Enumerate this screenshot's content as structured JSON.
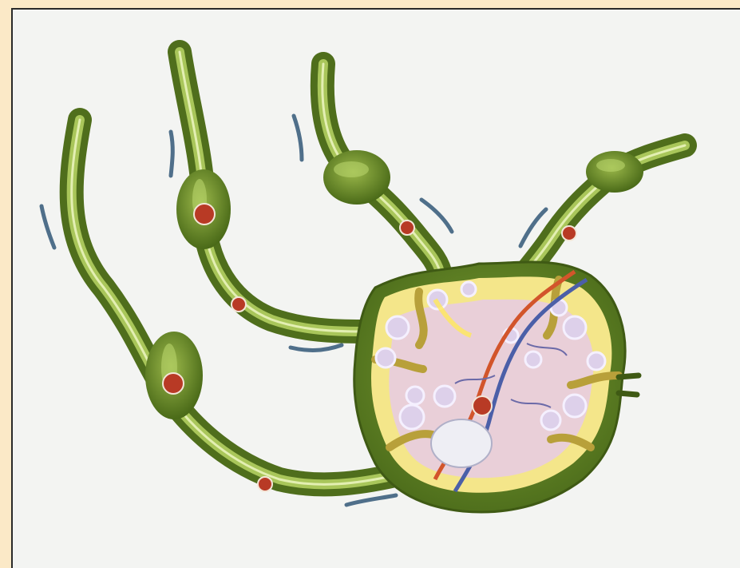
{
  "figure": {
    "subject": "lymph-node-with-lymphatic-vessels",
    "colors": {
      "page_background": "#fbe9c7",
      "panel_background": "#f3f4f2",
      "vessel_green": "#5d7f22",
      "vessel_highlight": "#cfe08a",
      "node_capsule": "#6a8f2a",
      "cortex_yellow": "#f4e68a",
      "medulla_pink": "#e9cfd8",
      "follicle_lilac": "#ddd0ea",
      "artery_red": "#d2552b",
      "vein_blue": "#4b5fa8",
      "flow_arrow": "#4f6f8a",
      "marker_red": "#b83a25"
    }
  },
  "markers": [
    {
      "id": "valve-left-vessel",
      "label": ""
    },
    {
      "id": "valve-middle-vessel",
      "label": ""
    },
    {
      "id": "duct-left-vessel",
      "label": ""
    },
    {
      "id": "duct-middle-vessel",
      "label": ""
    },
    {
      "id": "duct-top-vessel",
      "label": ""
    },
    {
      "id": "duct-efferent-vessel",
      "label": ""
    },
    {
      "id": "node-center",
      "label": ""
    }
  ]
}
